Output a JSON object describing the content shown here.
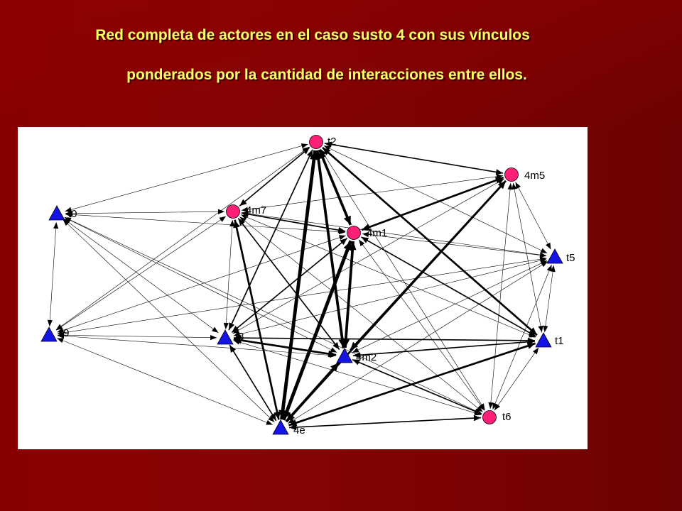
{
  "title": {
    "line1": "Red completa de actores en el caso susto 4 con sus vínculos",
    "line2": "ponderados por la cantidad de interacciones entre ellos."
  },
  "colors": {
    "circle_node": "#ff1e78",
    "triangle_node": "#1414e6",
    "edge": "#000000",
    "title_text": "#ffff66"
  },
  "network": {
    "nodes": [
      {
        "id": "t2",
        "label": "t2",
        "shape": "circle"
      },
      {
        "id": "4m5",
        "label": "4m5",
        "shape": "circle"
      },
      {
        "id": "t0",
        "label": "t0",
        "shape": "triangle"
      },
      {
        "id": "4m7",
        "label": "4m7",
        "shape": "circle"
      },
      {
        "id": "4m1",
        "label": "4m1",
        "shape": "circle"
      },
      {
        "id": "t5",
        "label": "t5",
        "shape": "triangle"
      },
      {
        "id": "t9",
        "label": "t9",
        "shape": "triangle"
      },
      {
        "id": "t8",
        "label": "t8",
        "shape": "triangle"
      },
      {
        "id": "4m2",
        "label": "4m2",
        "shape": "triangle"
      },
      {
        "id": "t1",
        "label": "t1",
        "shape": "triangle"
      },
      {
        "id": "t6",
        "label": "t6",
        "shape": "circle"
      },
      {
        "id": "4e",
        "label": "4e",
        "shape": "triangle"
      }
    ],
    "edges": [
      {
        "source": "t2",
        "target": "4e",
        "weight": 5
      },
      {
        "source": "t2",
        "target": "4m2",
        "weight": 4
      },
      {
        "source": "t2",
        "target": "4m1",
        "weight": 4
      },
      {
        "source": "t2",
        "target": "t1",
        "weight": 3
      },
      {
        "source": "t2",
        "target": "4m5",
        "weight": 2
      },
      {
        "source": "t2",
        "target": "4m7",
        "weight": 2
      },
      {
        "source": "t2",
        "target": "t8",
        "weight": 2
      },
      {
        "source": "t2",
        "target": "t5",
        "weight": 1
      },
      {
        "source": "t2",
        "target": "t6",
        "weight": 1
      },
      {
        "source": "t2",
        "target": "t0",
        "weight": 1
      },
      {
        "source": "t2",
        "target": "t9",
        "weight": 1
      },
      {
        "source": "4m1",
        "target": "4e",
        "weight": 5
      },
      {
        "source": "4m1",
        "target": "4m2",
        "weight": 4
      },
      {
        "source": "4m1",
        "target": "4m5",
        "weight": 3
      },
      {
        "source": "4m1",
        "target": "t8",
        "weight": 2
      },
      {
        "source": "4m1",
        "target": "t1",
        "weight": 2
      },
      {
        "source": "4m1",
        "target": "4m7",
        "weight": 2
      },
      {
        "source": "4m1",
        "target": "t5",
        "weight": 1
      },
      {
        "source": "4m1",
        "target": "t6",
        "weight": 1
      },
      {
        "source": "4m1",
        "target": "t0",
        "weight": 1
      },
      {
        "source": "4m1",
        "target": "t9",
        "weight": 1
      },
      {
        "source": "4m5",
        "target": "4e",
        "weight": 3
      },
      {
        "source": "4m5",
        "target": "4m2",
        "weight": 3
      },
      {
        "source": "4m5",
        "target": "t5",
        "weight": 1
      },
      {
        "source": "4m5",
        "target": "t1",
        "weight": 1
      },
      {
        "source": "4m5",
        "target": "t6",
        "weight": 1
      },
      {
        "source": "4m5",
        "target": "4m7",
        "weight": 1
      },
      {
        "source": "4m5",
        "target": "t8",
        "weight": 1
      },
      {
        "source": "4m7",
        "target": "4e",
        "weight": 3
      },
      {
        "source": "4m7",
        "target": "4m2",
        "weight": 2
      },
      {
        "source": "4m7",
        "target": "t8",
        "weight": 1
      },
      {
        "source": "4m7",
        "target": "t1",
        "weight": 1
      },
      {
        "source": "4m7",
        "target": "t5",
        "weight": 1
      },
      {
        "source": "4m7",
        "target": "t6",
        "weight": 1
      },
      {
        "source": "4m7",
        "target": "t0",
        "weight": 1
      },
      {
        "source": "4m7",
        "target": "t9",
        "weight": 1
      },
      {
        "source": "t0",
        "target": "t9",
        "weight": 1
      },
      {
        "source": "t0",
        "target": "t8",
        "weight": 1
      },
      {
        "source": "t0",
        "target": "4m2",
        "weight": 1
      },
      {
        "source": "t0",
        "target": "4e",
        "weight": 1
      },
      {
        "source": "t0",
        "target": "t6",
        "weight": 1
      },
      {
        "source": "t9",
        "target": "t8",
        "weight": 1
      },
      {
        "source": "t9",
        "target": "4e",
        "weight": 1
      },
      {
        "source": "t9",
        "target": "4m2",
        "weight": 1
      },
      {
        "source": "t9",
        "target": "t5",
        "weight": 1
      },
      {
        "source": "t8",
        "target": "4m2",
        "weight": 3
      },
      {
        "source": "t8",
        "target": "t1",
        "weight": 2
      },
      {
        "source": "t8",
        "target": "4e",
        "weight": 2
      },
      {
        "source": "t8",
        "target": "t6",
        "weight": 1
      },
      {
        "source": "t8",
        "target": "t5",
        "weight": 1
      },
      {
        "source": "4m2",
        "target": "4e",
        "weight": 4
      },
      {
        "source": "4m2",
        "target": "t1",
        "weight": 2
      },
      {
        "source": "4m2",
        "target": "t6",
        "weight": 2
      },
      {
        "source": "4m2",
        "target": "t5",
        "weight": 1
      },
      {
        "source": "t1",
        "target": "4e",
        "weight": 3
      },
      {
        "source": "t1",
        "target": "t5",
        "weight": 1
      },
      {
        "source": "t1",
        "target": "t6",
        "weight": 1
      },
      {
        "source": "t5",
        "target": "t6",
        "weight": 1
      },
      {
        "source": "t5",
        "target": "4e",
        "weight": 1
      },
      {
        "source": "4e",
        "target": "t6",
        "weight": 2
      }
    ]
  }
}
